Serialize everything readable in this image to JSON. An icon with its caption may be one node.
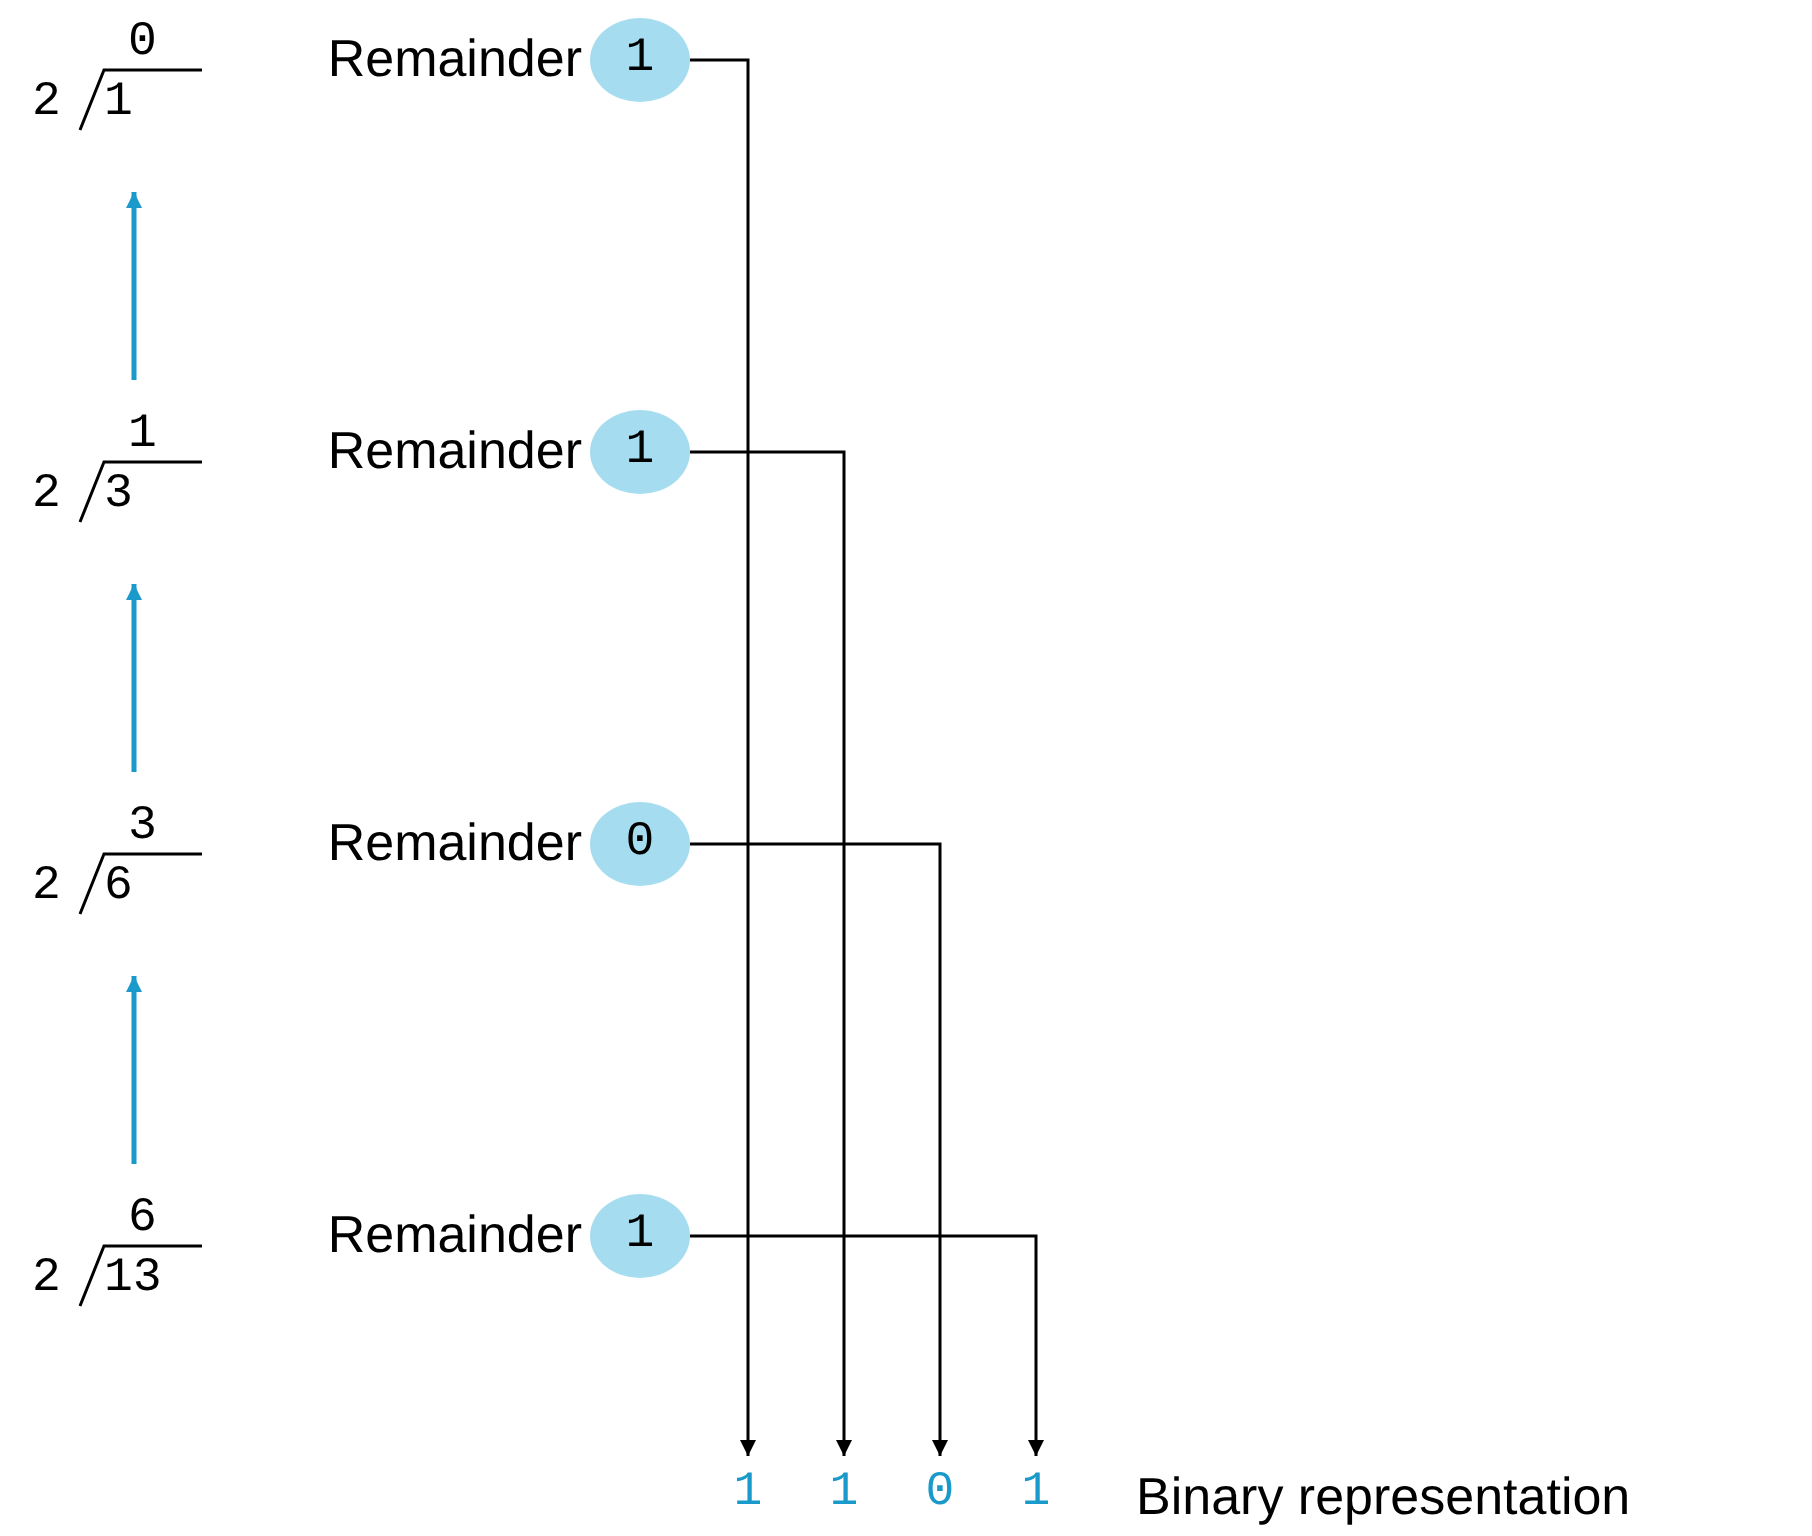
{
  "diagram": {
    "nodes": [
      {
        "text": [
          "0",
          "2",
          "1"
        ]
      },
      {
        "text": [
          "1"
        ],
        "beside": [
          "Remainder"
        ]
      },
      {
        "text": [
          "1",
          "2",
          "3"
        ]
      },
      {
        "text": [
          "1"
        ],
        "beside": [
          "Remainder"
        ]
      },
      {
        "text": [
          "3",
          "2",
          "6"
        ]
      },
      {
        "text": [
          "0"
        ],
        "beside": [
          "Remainder"
        ]
      },
      {
        "text": [
          "6",
          "2",
          "13"
        ]
      },
      {
        "text": [
          "1"
        ],
        "beside": [
          "Remainder"
        ]
      },
      {
        "text": [
          "1"
        ]
      },
      {
        "text": [
          "1"
        ]
      },
      {
        "text": [
          "0"
        ]
      },
      {
        "text": [
          "1"
        ]
      }
    ],
    "edges": [
      {
        "from": 6,
        "to": 4,
        "arrow": "to",
        "color": "#1a9acb"
      },
      {
        "from": 4,
        "to": 2,
        "arrow": "to",
        "color": "#1a9acb"
      },
      {
        "from": 2,
        "to": 0,
        "arrow": "to",
        "color": "#1a9acb"
      },
      {
        "from": 1,
        "to": 8,
        "arrow": "to"
      },
      {
        "from": 3,
        "to": 9,
        "arrow": "to"
      },
      {
        "from": 5,
        "to": 10,
        "arrow": "to"
      },
      {
        "from": 7,
        "to": 11,
        "arrow": "to"
      }
    ],
    "labels": [
      "Binary representation"
    ]
  }
}
